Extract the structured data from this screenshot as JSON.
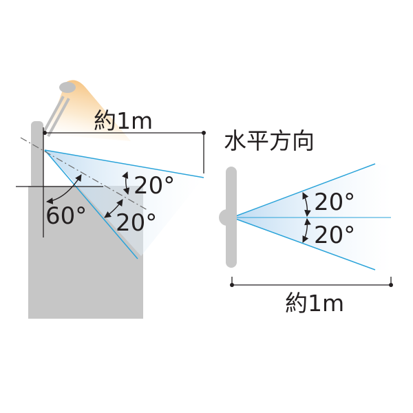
{
  "side_view": {
    "distance_label": "約1m",
    "angle_upper": "20°",
    "angle_lower": "20°",
    "angle_tilt": "60°"
  },
  "horizontal_view": {
    "title": "水平方向",
    "angle_upper": "20°",
    "angle_lower": "20°",
    "distance_label": "約1m"
  },
  "colors": {
    "beam_line": "#29a3d9",
    "beam_fill": "#cfe4f4",
    "lamp_glow": "#f7c98a",
    "mount_gray": "#c8c8c8",
    "base_gray": "#c6c6c6",
    "line_dark": "#231f20"
  }
}
